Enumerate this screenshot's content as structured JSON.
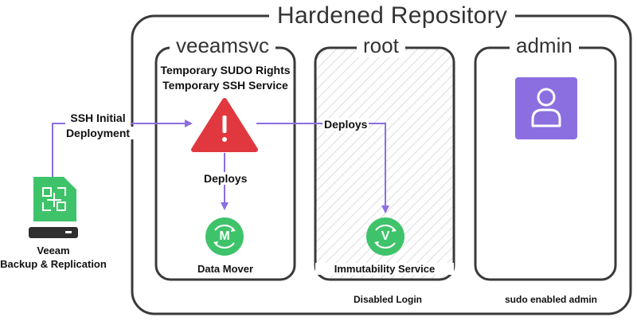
{
  "title": "Hardened Repository",
  "columns": {
    "veeamsvc": {
      "label": "veeamsvc",
      "rights_line1": "Temporary SUDO Rights",
      "rights_line2": "Temporary SSH Service",
      "deploys": "Deploys",
      "component_label": "Data Mover",
      "component_letter": "M"
    },
    "root": {
      "label": "root",
      "deploys": "Deploys",
      "component_label": "Immutability Service",
      "component_letter": "V",
      "caption": "Disabled Login"
    },
    "admin": {
      "label": "admin",
      "caption": "sudo enabled admin"
    }
  },
  "veeam": {
    "ssh_line1": "SSH Initial",
    "ssh_line2": "Deployment",
    "name_line1": "Veeam",
    "name_line2": "Backup & Replication"
  },
  "colors": {
    "outline": "#3a3a3a",
    "arrow": "#8c6ee0",
    "warning": "#e0383e",
    "veeam_green": "#3fc36a",
    "admin_purple": "#8b6fe0"
  },
  "icons": {
    "warning": "warning-triangle-icon",
    "user": "user-icon",
    "server": "server-icon",
    "veeam_logo": "veeam-logo-icon"
  }
}
